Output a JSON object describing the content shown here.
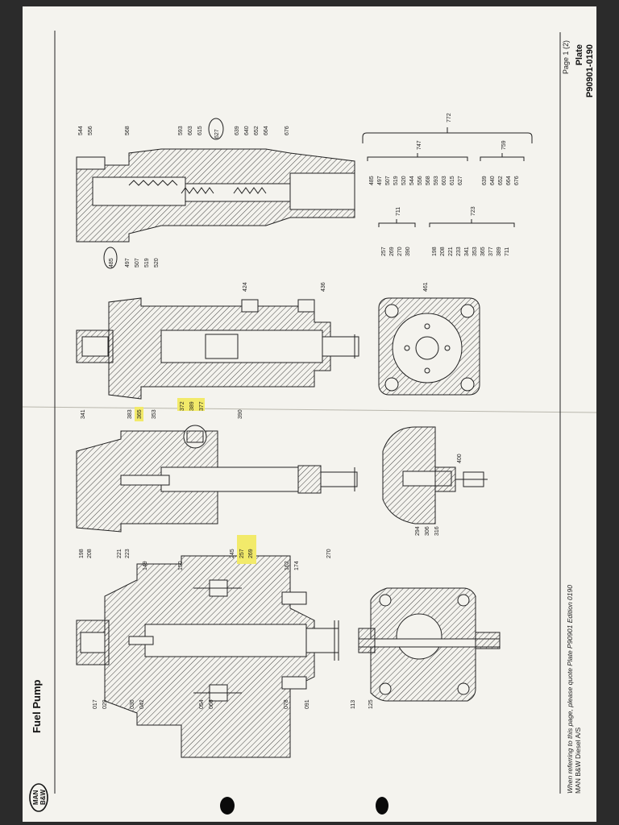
{
  "logo_text_top": "MAN",
  "logo_text_bottom": "B&W",
  "title": "Fuel Pump",
  "plate_label": "Plate",
  "plate_number": "P90901-0190",
  "footer_note": "When referring to this page, please quote Plate P90901 Edition 0190",
  "footer_company": "MAN B&W Diesel A/S",
  "page_label": "Page 1 (2)",
  "highlight_color": "#f2ea6a",
  "view1_left_labels": [
    "017",
    "029",
    "030",
    "042",
    "054",
    "066",
    "078",
    "091",
    "113",
    "125"
  ],
  "view1_right_labels": [
    "149",
    "150",
    "162",
    "174"
  ],
  "view2_left_labels": [
    "198",
    "208",
    "221",
    "223",
    "245",
    "257",
    "269",
    "270"
  ],
  "view2_right_labels": [
    "341",
    "383",
    "365",
    "353",
    "390"
  ],
  "view2_detail_labels": [
    "372",
    "389",
    "377"
  ],
  "view2_bottom_labels": [
    "294",
    "306",
    "316",
    "400"
  ],
  "view3_labels": [
    "424",
    "436",
    "461"
  ],
  "view4_top_labels": [
    "544",
    "556",
    "568",
    "593",
    "603",
    "615",
    "627",
    "639",
    "640",
    "652",
    "664",
    "676"
  ],
  "view4_left_labels": [
    "485",
    "497",
    "507",
    "519",
    "520"
  ],
  "group_711": {
    "label": "711",
    "items": [
      "257",
      "269",
      "270",
      "390"
    ]
  },
  "group_723": {
    "label": "723",
    "items": [
      "198",
      "208",
      "221",
      "233",
      "341",
      "353",
      "365",
      "377",
      "389",
      "711"
    ]
  },
  "group_747": {
    "label": "747",
    "items": [
      "485",
      "497",
      "507",
      "519",
      "520",
      "544",
      "556",
      "568",
      "593",
      "603",
      "615",
      "627"
    ]
  },
  "group_759": {
    "label": "759",
    "items": [
      "639",
      "640",
      "652",
      "664",
      "676"
    ]
  },
  "group_772_label": "772"
}
